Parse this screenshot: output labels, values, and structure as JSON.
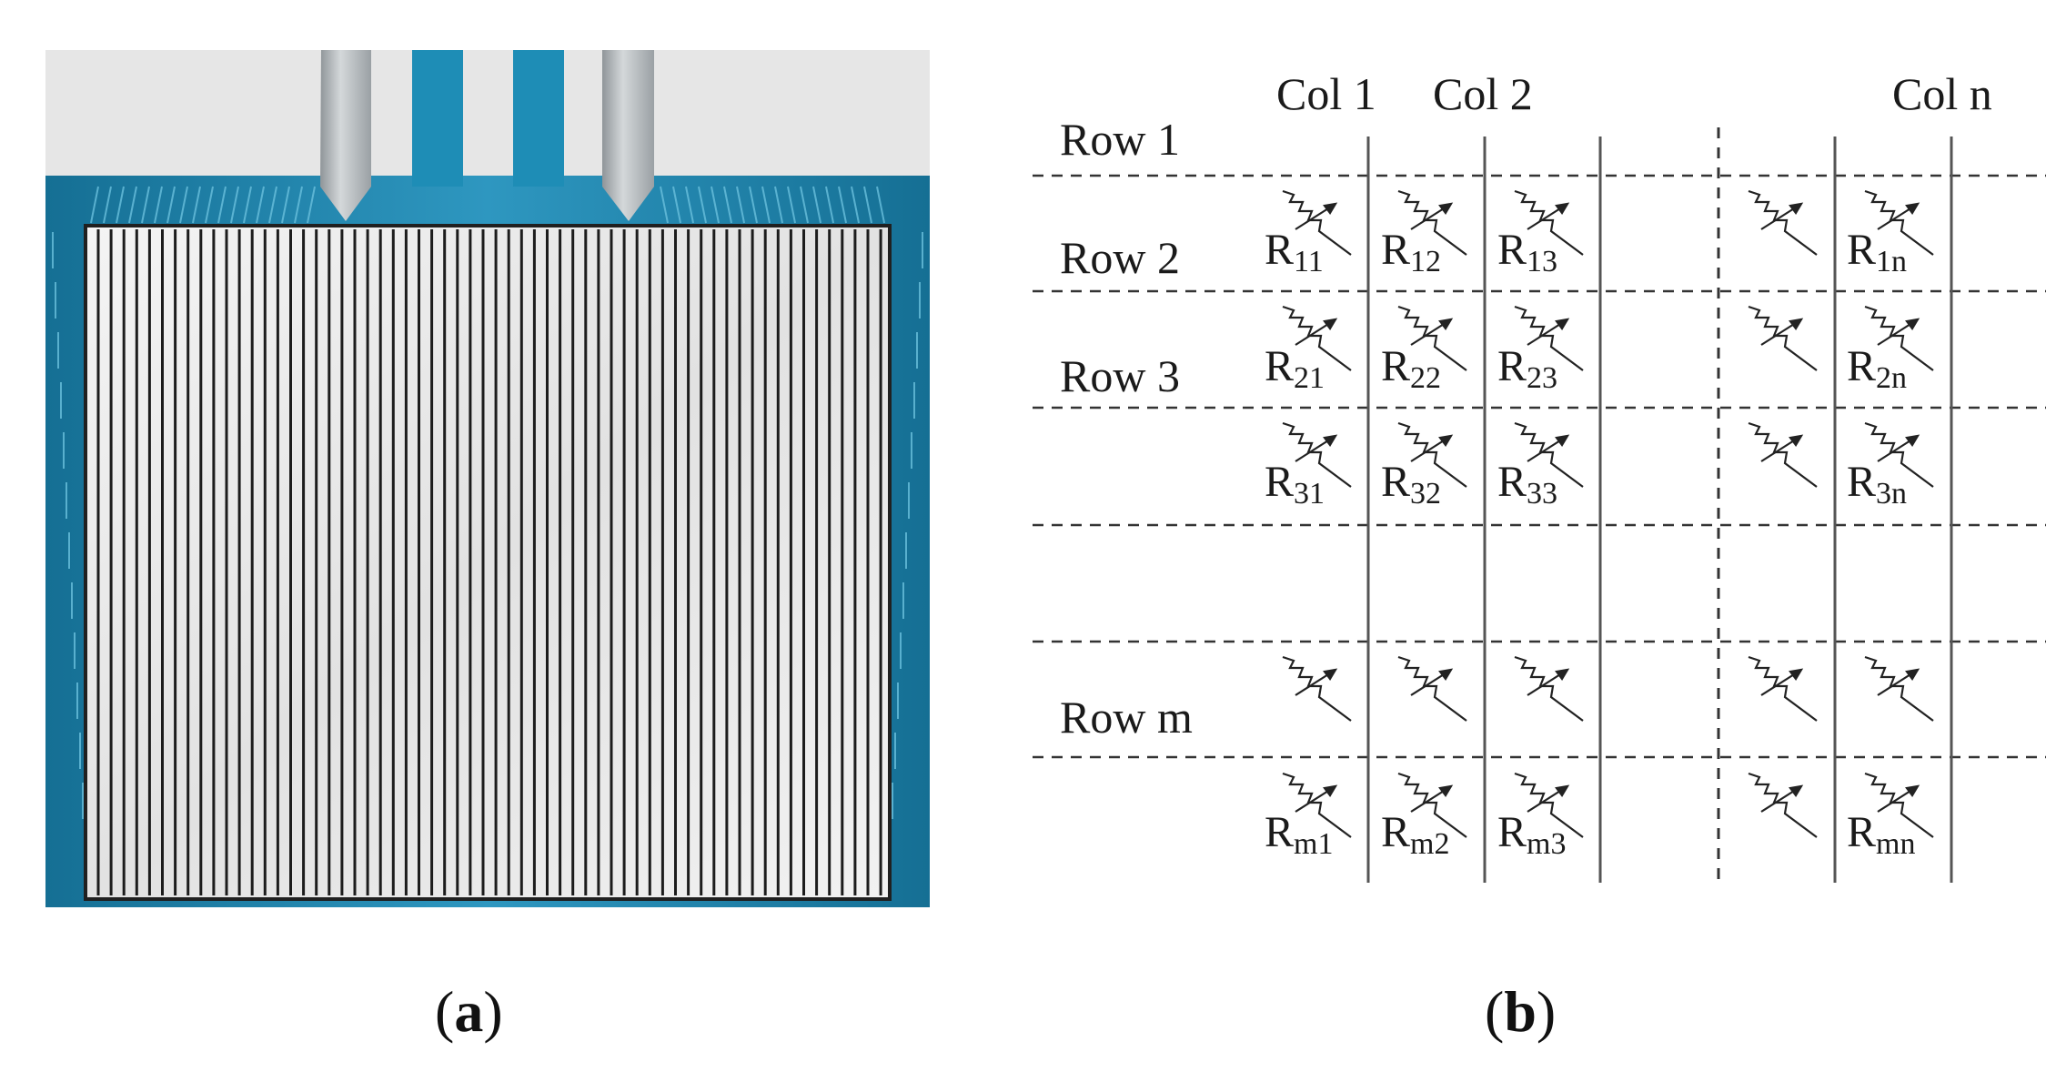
{
  "panel_a": {
    "caption_open": "(",
    "caption_letter": "a",
    "caption_close": ")"
  },
  "panel_b": {
    "caption_open": "(",
    "caption_letter": "b",
    "caption_close": ")",
    "columns": [
      "Col 1",
      "Col 2",
      "Col n"
    ],
    "rows": [
      "Row 1",
      "Row 2",
      "Row 3",
      "Row m"
    ],
    "resistors": [
      {
        "main": "R",
        "sub": "11"
      },
      {
        "main": "R",
        "sub": "12"
      },
      {
        "main": "R",
        "sub": "13"
      },
      {
        "main": "R",
        "sub": "1n"
      },
      {
        "main": "R",
        "sub": "21"
      },
      {
        "main": "R",
        "sub": "22"
      },
      {
        "main": "R",
        "sub": "23"
      },
      {
        "main": "R",
        "sub": "2n"
      },
      {
        "main": "R",
        "sub": "31"
      },
      {
        "main": "R",
        "sub": "32"
      },
      {
        "main": "R",
        "sub": "33"
      },
      {
        "main": "R",
        "sub": "3n"
      },
      {
        "main": "R",
        "sub": "m1"
      },
      {
        "main": "R",
        "sub": "m2"
      },
      {
        "main": "R",
        "sub": "m3"
      },
      {
        "main": "R",
        "sub": "mn"
      }
    ]
  },
  "colors": {
    "blue": "#1d7fa6",
    "dark_blue": "#0e4f6e",
    "light_gray": "#e4e4e4",
    "line": "#222222"
  }
}
